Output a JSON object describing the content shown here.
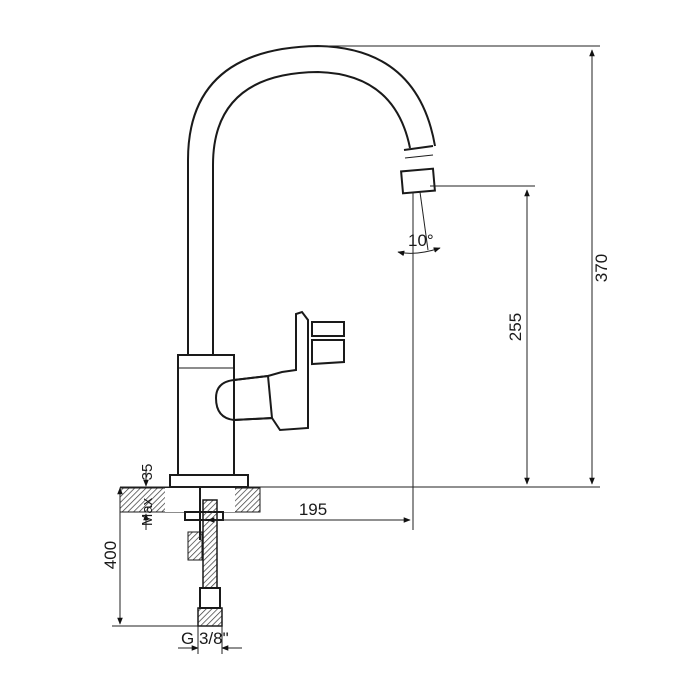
{
  "drawing": {
    "dimensions": {
      "total_height": "370",
      "spout_height": "255",
      "spout_reach": "195",
      "deck_max": "35",
      "deck_max_prefix": "Max",
      "hose_length": "400",
      "connection": "G 3/8\"",
      "swivel_angle": "10°"
    }
  }
}
